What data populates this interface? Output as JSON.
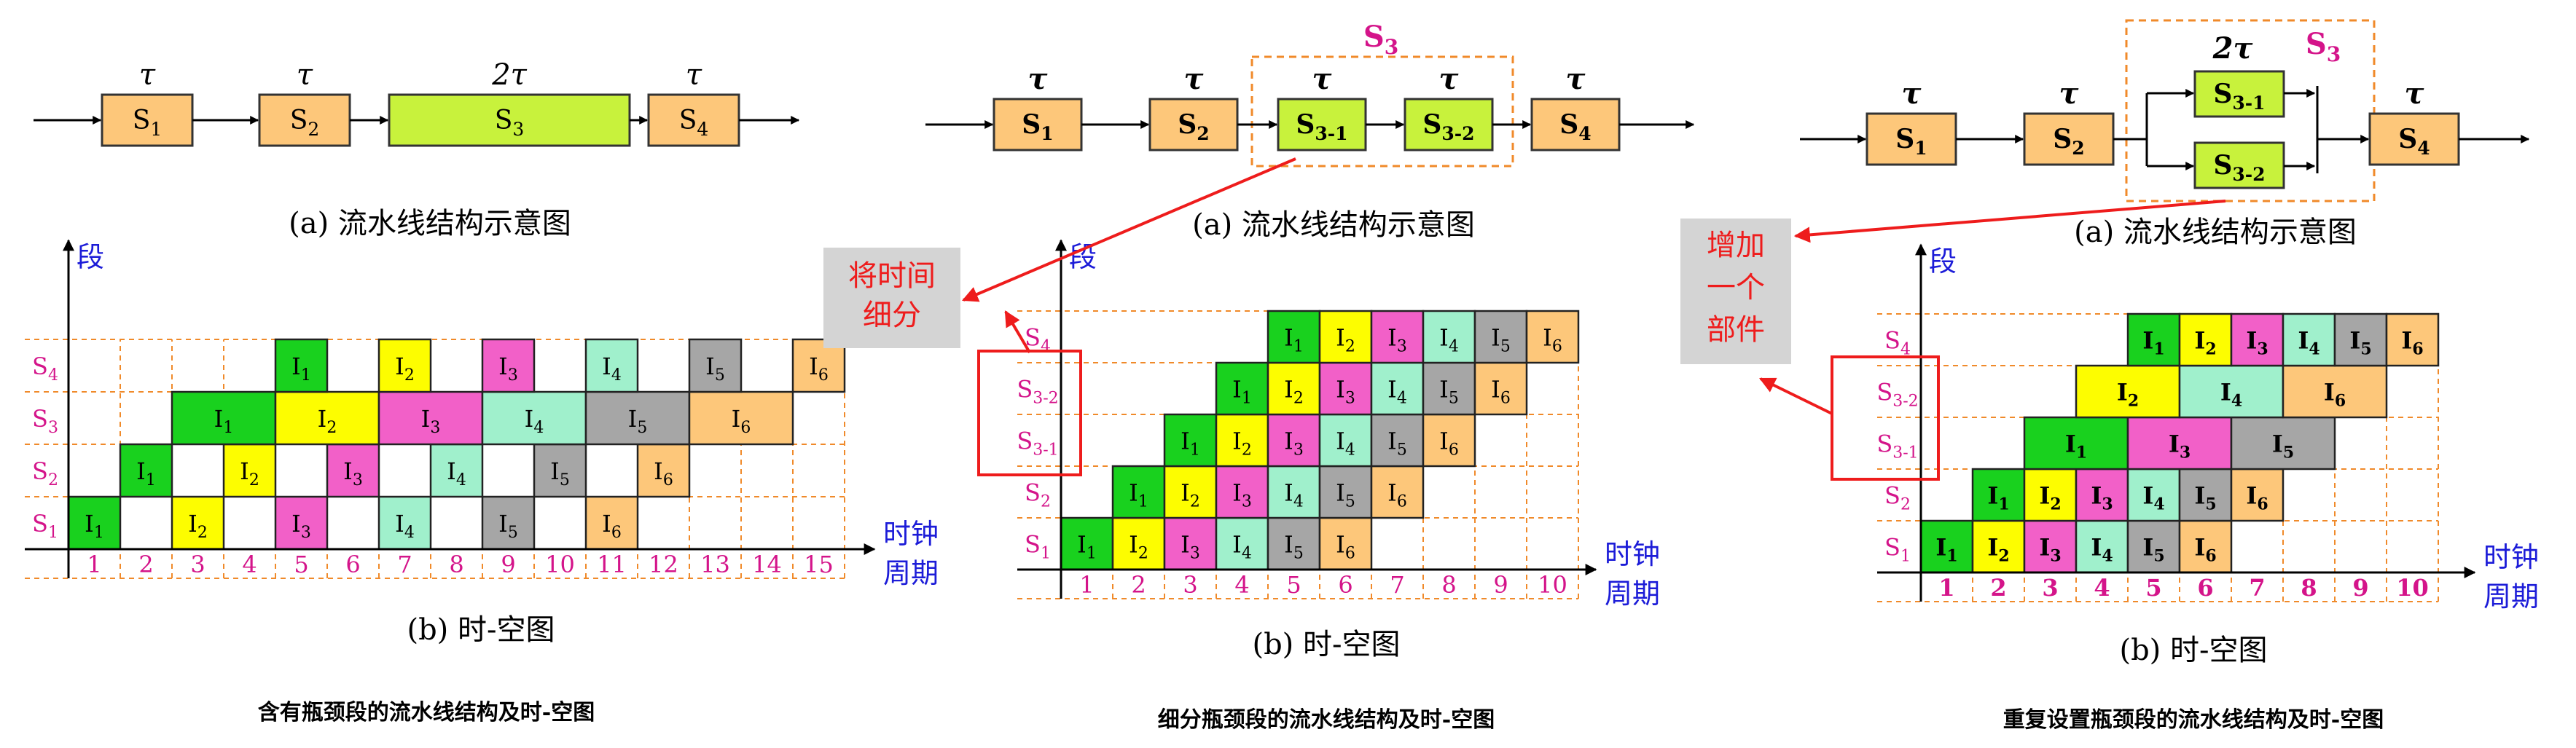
{
  "panels": [
    {
      "id": "p1",
      "pipeline": {
        "stages": [
          {
            "label": "S",
            "sub": "1",
            "tau": "τ",
            "color": "#fdc77a"
          },
          {
            "label": "S",
            "sub": "2",
            "tau": "τ",
            "color": "#fdc77a"
          },
          {
            "label": "S",
            "sub": "3",
            "tau": "2τ",
            "color": "#c8f23c"
          },
          {
            "label": "S",
            "sub": "4",
            "tau": "τ",
            "color": "#fdc77a"
          }
        ],
        "caption": "(a) 流水线结构示意图"
      },
      "chart": {
        "y_axis_label": "段",
        "x_axis_label_1": "时钟",
        "x_axis_label_2": "周期",
        "row_labels": [
          [
            "S",
            "1"
          ],
          [
            "S",
            "2"
          ],
          [
            "S",
            "3"
          ],
          [
            "S",
            "4"
          ]
        ],
        "ticks": [
          "1",
          "2",
          "3",
          "4",
          "5",
          "6",
          "7",
          "8",
          "9",
          "10",
          "11",
          "12",
          "13",
          "14",
          "15"
        ],
        "caption": "(b)  时-空图"
      },
      "title": "含有瓶颈段的流水线结构及时-空图"
    },
    {
      "id": "p2",
      "pipeline": {
        "stages": [
          {
            "label": "S",
            "sub": "1",
            "tau": "τ",
            "color": "#fdc77a"
          },
          {
            "label": "S",
            "sub": "2",
            "tau": "τ",
            "color": "#fdc77a"
          },
          {
            "label": "S",
            "sub": "3-1",
            "tau": "τ",
            "color": "#c8f23c"
          },
          {
            "label": "S",
            "sub": "3-2",
            "tau": "τ",
            "color": "#c8f23c"
          },
          {
            "label": "S",
            "sub": "4",
            "tau": "τ",
            "color": "#fdc77a"
          }
        ],
        "group_label": [
          "S",
          "3"
        ],
        "caption": "(a)  流水线结构示意图"
      },
      "chart": {
        "y_axis_label": "段",
        "x_axis_label_1": "时钟",
        "x_axis_label_2": "周期",
        "row_labels": [
          [
            "S",
            "1"
          ],
          [
            "S",
            "2"
          ],
          [
            "S",
            "3-1"
          ],
          [
            "S",
            "3-2"
          ],
          [
            "S",
            "4"
          ]
        ],
        "ticks": [
          "1",
          "2",
          "3",
          "4",
          "5",
          "6",
          "7",
          "8",
          "9",
          "10"
        ],
        "caption": "(b)  时-空图"
      },
      "callout": [
        "将时间",
        "细分"
      ],
      "title": "细分瓶颈段的流水线结构及时-空图"
    },
    {
      "id": "p3",
      "pipeline": {
        "stages": [
          {
            "label": "S",
            "sub": "1",
            "tau": "τ",
            "color": "#fdc77a"
          },
          {
            "label": "S",
            "sub": "2",
            "tau": "τ",
            "color": "#fdc77a"
          },
          {
            "label": "S",
            "sub": "3-1",
            "tau": "",
            "color": "#c8f23c"
          },
          {
            "label": "S",
            "sub": "3-2",
            "tau": "",
            "color": "#c8f23c"
          },
          {
            "label": "S",
            "sub": "4",
            "tau": "τ",
            "color": "#fdc77a"
          }
        ],
        "parallel_tau": "2τ",
        "group_label": [
          "S",
          "3"
        ],
        "caption": "(a)  流水线结构示意图"
      },
      "chart": {
        "y_axis_label": "段",
        "x_axis_label_1": "时钟",
        "x_axis_label_2": "周期",
        "row_labels": [
          [
            "S",
            "1"
          ],
          [
            "S",
            "2"
          ],
          [
            "S",
            "3-1"
          ],
          [
            "S",
            "3-2"
          ],
          [
            "S",
            "4"
          ]
        ],
        "ticks": [
          "1",
          "2",
          "3",
          "4",
          "5",
          "6",
          "7",
          "8",
          "9",
          "10"
        ],
        "caption": "(b)  时-空图"
      },
      "callout": [
        "增加",
        "一个",
        "部件"
      ],
      "title": "重复设置瓶颈段的流水线结构及时-空图"
    }
  ],
  "instructions": [
    {
      "label": "I",
      "sub": "1",
      "color": "#19d11e"
    },
    {
      "label": "I",
      "sub": "2",
      "color": "#fdfd00"
    },
    {
      "label": "I",
      "sub": "3",
      "color": "#f260c8"
    },
    {
      "label": "I",
      "sub": "4",
      "color": "#a0f0cc"
    },
    {
      "label": "I",
      "sub": "5",
      "color": "#a6a6a6"
    },
    {
      "label": "I",
      "sub": "6",
      "color": "#fdc77a"
    }
  ],
  "colors": {
    "row_label": "#d4148a",
    "axis_label": "#1c1cd8",
    "group_box": "#f08a2a",
    "red": "#ee1c1c",
    "callout_bg": "#d4d4d4",
    "dashed_grid": "#f08a2a",
    "text": "#000000"
  }
}
